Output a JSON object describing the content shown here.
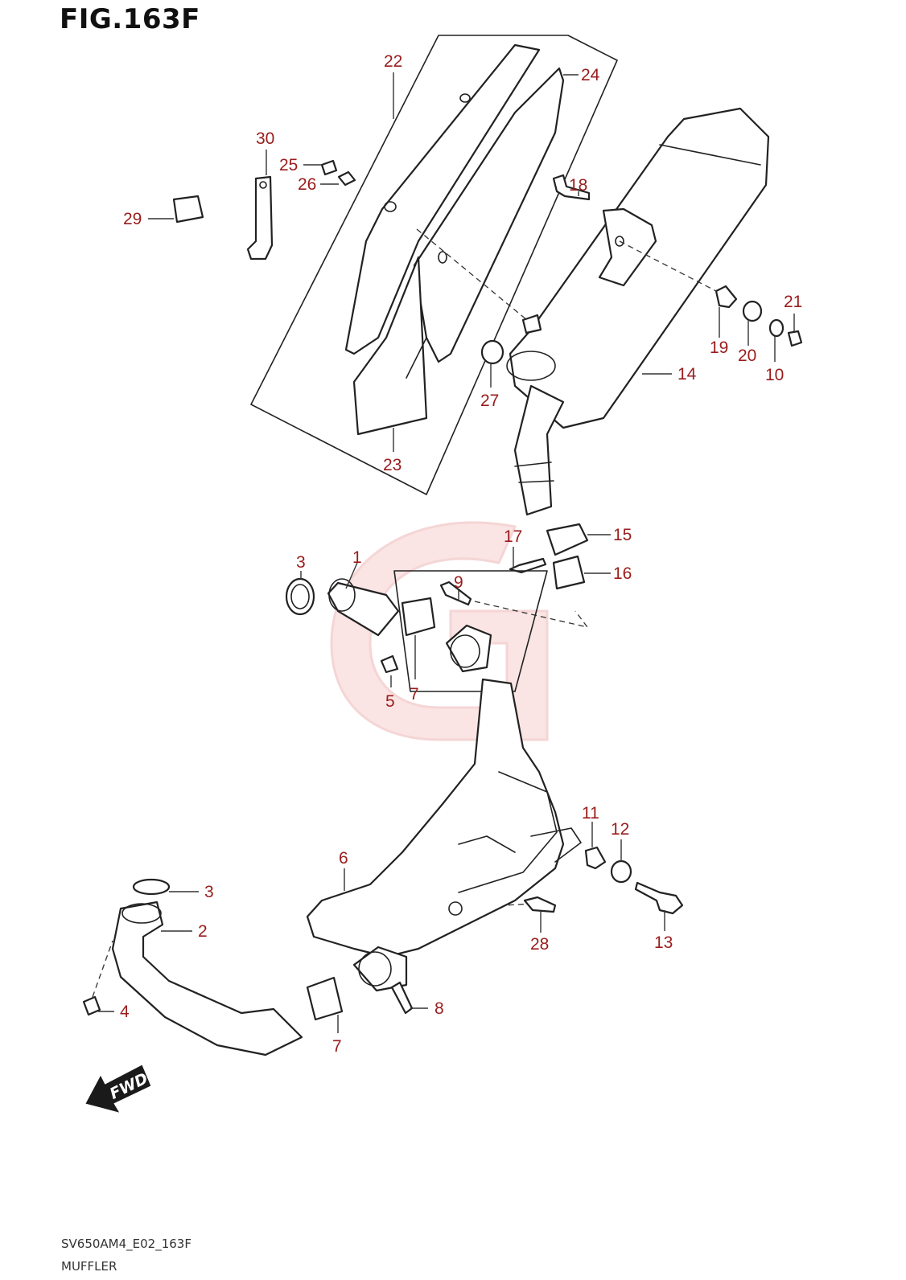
{
  "figure": {
    "title": "FIG.163F"
  },
  "footer": {
    "model_code": "SV650AM4_E02_163F",
    "section_name": "MUFFLER"
  },
  "fwd_badge": {
    "label": "FWD",
    "icon": "fwd-arrow-icon"
  },
  "watermark": {
    "icon": "g-logo-watermark",
    "color": "#e38a8a"
  },
  "colors": {
    "callout": "#9a1c1c",
    "line": "#222222",
    "background": "#ffffff"
  },
  "callouts": {
    "c1": "1",
    "c2": "2",
    "c3a": "3",
    "c3b": "3",
    "c4": "4",
    "c5": "5",
    "c6": "6",
    "c7a": "7",
    "c7b": "7",
    "c8": "8",
    "c9": "9",
    "c10": "10",
    "c11": "11",
    "c12": "12",
    "c13": "13",
    "c14": "14",
    "c15": "15",
    "c16": "16",
    "c17": "17",
    "c18": "18",
    "c19": "19",
    "c20": "20",
    "c21": "21",
    "c22": "22",
    "c23": "23",
    "c24": "24",
    "c25": "25",
    "c26": "26",
    "c27": "27",
    "c28": "28",
    "c29": "29",
    "c30": "30"
  }
}
